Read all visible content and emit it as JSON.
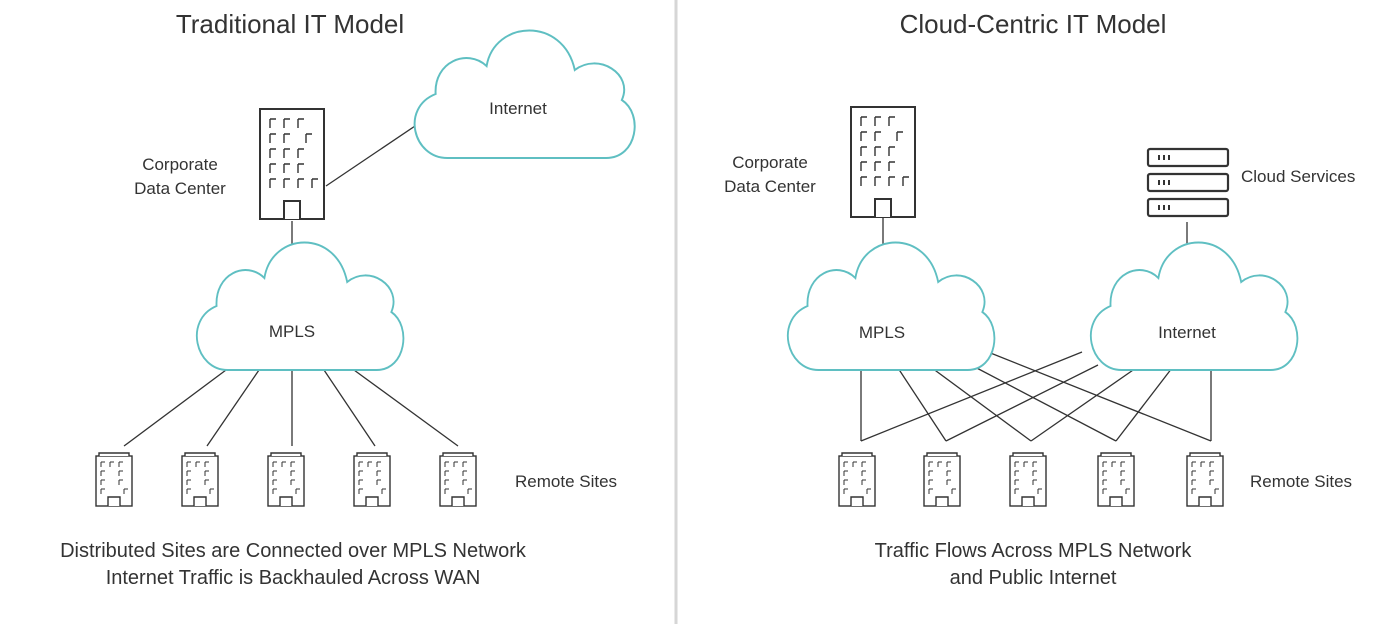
{
  "colors": {
    "cloud_stroke": "#5fbfc2",
    "line": "#333333",
    "text": "#333333",
    "divider": "#d6d6d6"
  },
  "left_panel": {
    "title": "Traditional IT Model",
    "data_center_label_line1": "Corporate",
    "data_center_label_line2": "Data Center",
    "internet_label": "Internet",
    "mpls_label": "MPLS",
    "remote_sites_label": "Remote Sites",
    "caption_line1": "Distributed Sites are Connected over MPLS Network",
    "caption_line2": "Internet Traffic is Backhauled Across WAN",
    "icons": [
      "office-building-icon",
      "cloud-icon",
      "building-icon"
    ]
  },
  "right_panel": {
    "title": "Cloud-Centric IT Model",
    "data_center_label_line1": "Corporate",
    "data_center_label_line2": "Data Center",
    "cloud_services_label": "Cloud Services",
    "mpls_label": "MPLS",
    "internet_label": "Internet",
    "remote_sites_label": "Remote Sites",
    "caption_line1": "Traffic Flows Across MPLS Network",
    "caption_line2": "and Public Internet",
    "icons": [
      "office-building-icon",
      "server-rack-icon",
      "cloud-icon",
      "building-icon"
    ]
  }
}
